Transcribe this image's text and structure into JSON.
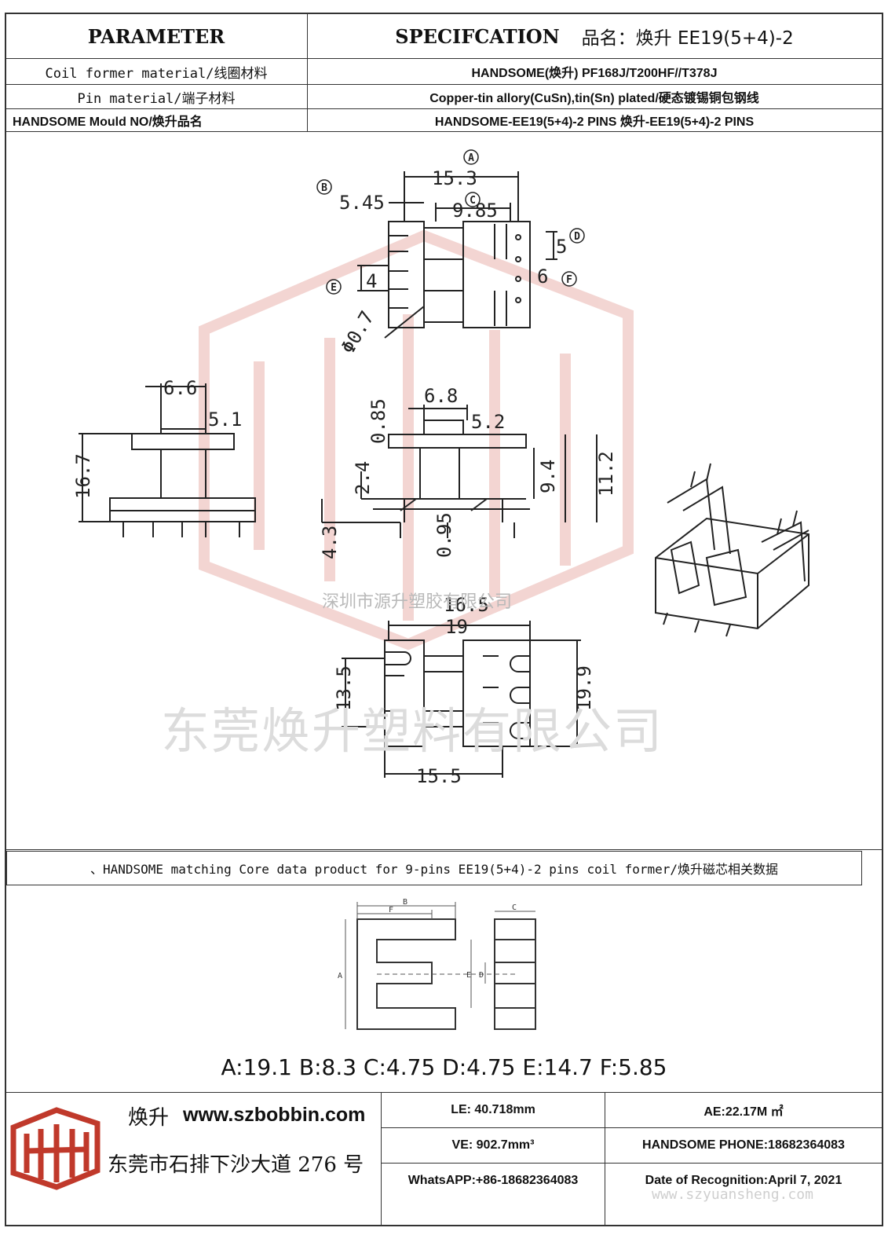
{
  "header": {
    "parameter": "PARAMETER",
    "specification": "SPECIFCATION",
    "product_name_label": "品名：",
    "product_name_value": "焕升 EE19(5+4)-2"
  },
  "rows": [
    {
      "label": "Coil former material/线圈材料",
      "value": "HANDSOME(焕升)   PF168J/T200HF//T378J"
    },
    {
      "label": "Pin material/端子材料",
      "value": "Copper-tin allory(CuSn),tin(Sn) plated/硬态镀锡铜包钢线"
    },
    {
      "label": "HANDSOME Mould NO/焕升品名",
      "value": "HANDSOME-EE19(5+4)-2 PINS    焕升-EE19(5+4)-2 PINS"
    }
  ],
  "drawing": {
    "dims": {
      "A": "15.3",
      "B": "5.45",
      "C": "9.85",
      "D": "5",
      "E": "4",
      "F": "6",
      "G": "Φ0.7",
      "H": "6.6",
      "I": "5.1",
      "J": "16.7",
      "K": "0.85",
      "L": "6.8",
      "M": "5.2",
      "N": "2.4",
      "O": "9.4",
      "P": "11.2",
      "Q": "4.3",
      "R": "0.95",
      "S": "16.5",
      "T": "19",
      "U": "13.5",
      "V": "19.9",
      "W": "15.5"
    },
    "watermark_small": "深圳市源升塑胶有限公司",
    "watermark_large": "东莞焕升塑料有限公司"
  },
  "core": {
    "title": "、HANDSOME matching Core data  product for 9-pins EE19(5+4)-2 pins coil former/焕升磁芯相关数据",
    "labels": {
      "A": "A",
      "B": "B",
      "C": "C",
      "D": "D",
      "E": "E",
      "F": "F"
    },
    "dimensions": "A:19.1 B:8.3 C:4.75 D:4.75 E:14.7 F:5.85"
  },
  "footer": {
    "brand": "焕升",
    "website": "www.szbobbin.com",
    "address": "东莞市石排下沙大道 276 号",
    "le": "LE: 40.718mm",
    "ae": "AE:22.17M ㎡",
    "ve": "VE: 902.7mm³",
    "phone": "HANDSOME PHONE:18682364083",
    "whatsapp": "WhatsAPP:+86-18682364083",
    "date": "Date of Recognition:April 7, 2021",
    "watermark_url": "www.szyuansheng.com"
  },
  "colors": {
    "logo_red": "#c0392b",
    "watermark_red": "#e8b4b0",
    "line": "#333333"
  }
}
